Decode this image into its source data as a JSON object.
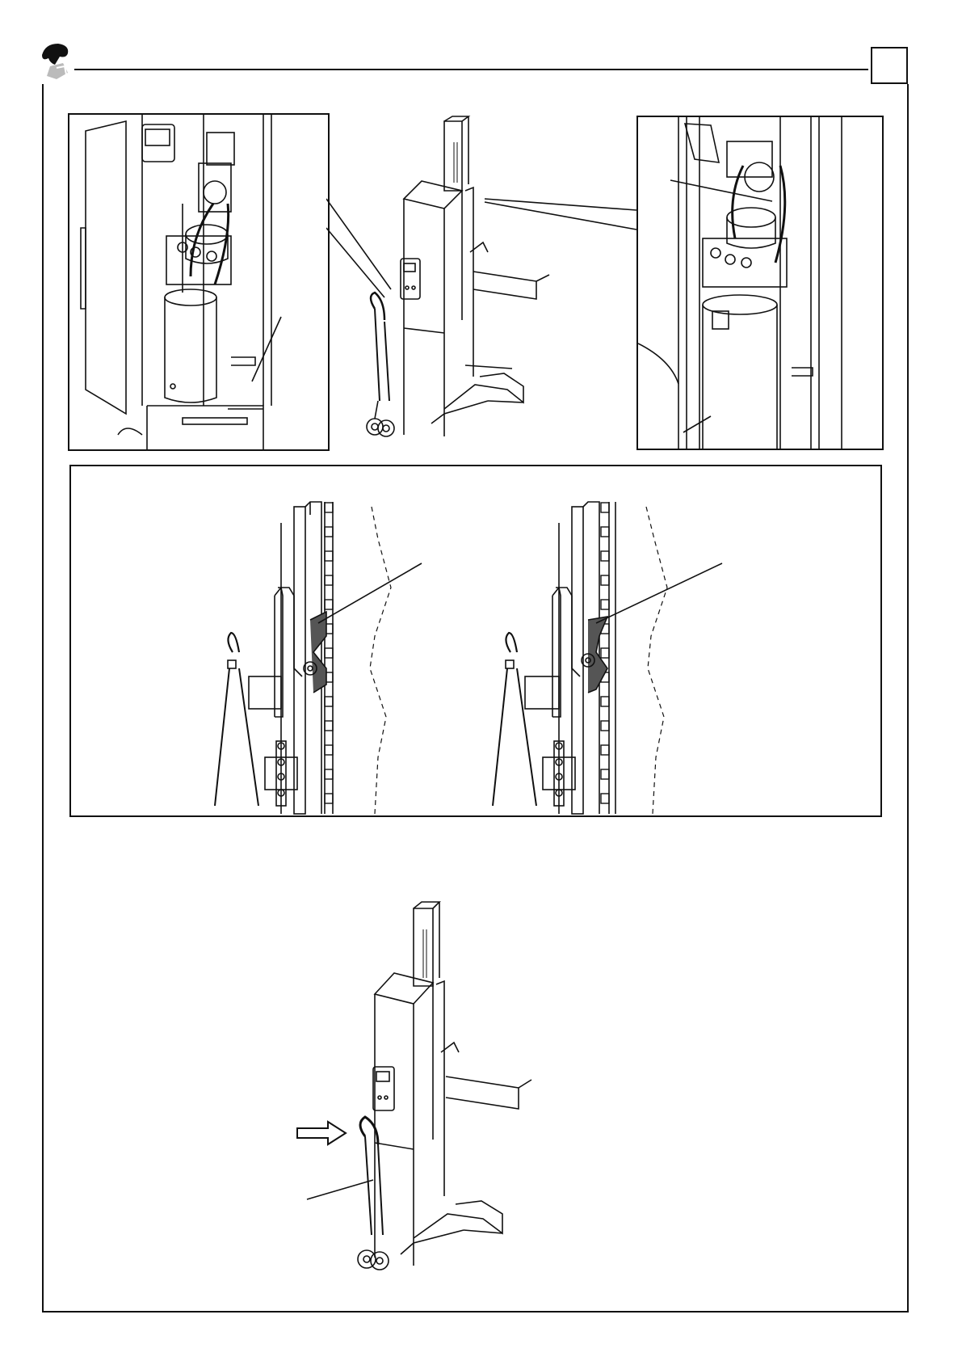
{
  "header": {
    "logo_icon": "company-logo-mark",
    "page_number_box": ""
  },
  "figures": [
    {
      "name": "detail-hydraulic-unit-left"
    },
    {
      "name": "mobile-column-lift-overview"
    },
    {
      "name": "detail-hydraulic-unit-right"
    },
    {
      "name": "safety-lock-comparison"
    },
    {
      "name": "column-lift-handle-operation"
    }
  ],
  "colors": {
    "line": "#111111",
    "lock_shading": "#555555",
    "background": "#ffffff"
  },
  "icons": [
    "arrow-right-icon",
    "company-logo-icon"
  ]
}
